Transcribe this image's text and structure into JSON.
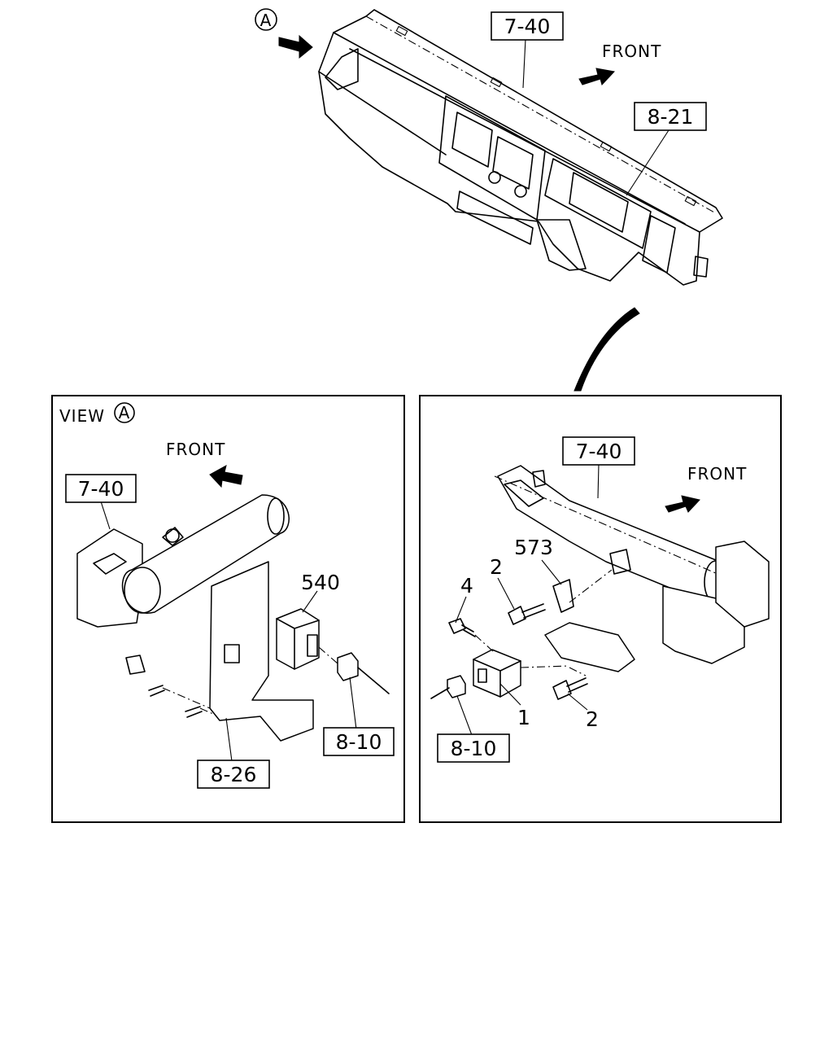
{
  "top_view": {
    "view_marker": "A",
    "front_label": "FRONT",
    "refs": {
      "dashboard": "7-40",
      "meter": "8-21"
    }
  },
  "view_a": {
    "title_prefix": "VIEW",
    "title_marker": "A",
    "front_label": "FRONT",
    "refs": {
      "crossmember": "7-40",
      "connector": "8-10",
      "bracket": "8-26"
    },
    "parts": {
      "controller": "540"
    }
  },
  "detail": {
    "front_label": "FRONT",
    "refs": {
      "crossmember": "7-40",
      "connector": "8-10"
    },
    "parts": {
      "unit": "1",
      "bolt_upper": "2",
      "bolt_lower": "2",
      "screw": "4",
      "bracket": "573"
    }
  }
}
